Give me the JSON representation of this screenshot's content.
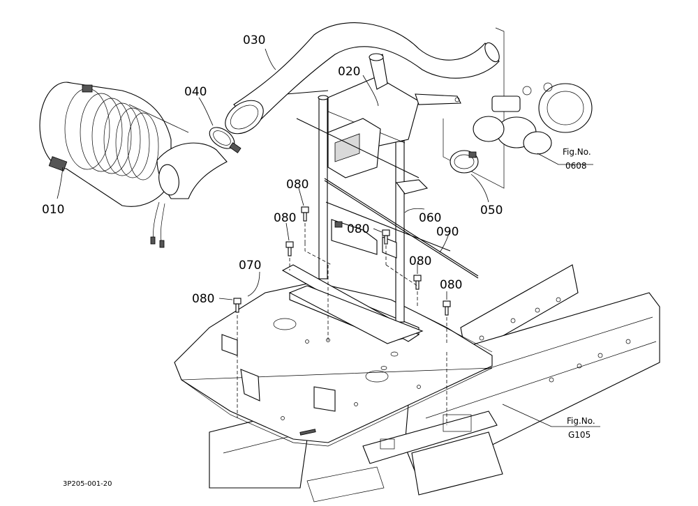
{
  "parts": [
    {
      "id": "p010",
      "label": "010"
    },
    {
      "id": "p020",
      "label": "020"
    },
    {
      "id": "p030",
      "label": "030"
    },
    {
      "id": "p040",
      "label": "040"
    },
    {
      "id": "p050",
      "label": "050"
    },
    {
      "id": "p060",
      "label": "060"
    },
    {
      "id": "p070",
      "label": "070"
    },
    {
      "id": "p080a",
      "label": "080"
    },
    {
      "id": "p080b",
      "label": "080"
    },
    {
      "id": "p080c",
      "label": "080"
    },
    {
      "id": "p080d",
      "label": "080"
    },
    {
      "id": "p080e",
      "label": "080"
    },
    {
      "id": "p080f",
      "label": "080"
    },
    {
      "id": "p090",
      "label": "090"
    }
  ],
  "references": [
    {
      "title": "Fig.No.",
      "number": "0608"
    },
    {
      "title": "Fig.No.",
      "number": "G105"
    }
  ],
  "drawing_code": "3P205-001-20"
}
